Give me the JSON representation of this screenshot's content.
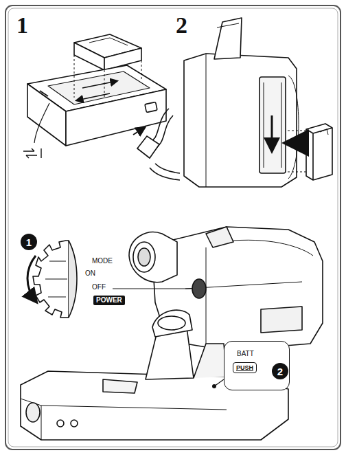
{
  "diagram": {
    "nodes": [
      {
        "text": [
          "POWER"
        ]
      },
      {
        "text": [
          "BATT"
        ]
      },
      {
        "text": [
          "PUSH"
        ],
        "in": 1
      },
      {
        "text": [
          "1"
        ]
      },
      {
        "text": [
          "2"
        ]
      }
    ],
    "labels": [
      "1",
      "2",
      "MODE",
      "ON",
      "OFF"
    ]
  }
}
